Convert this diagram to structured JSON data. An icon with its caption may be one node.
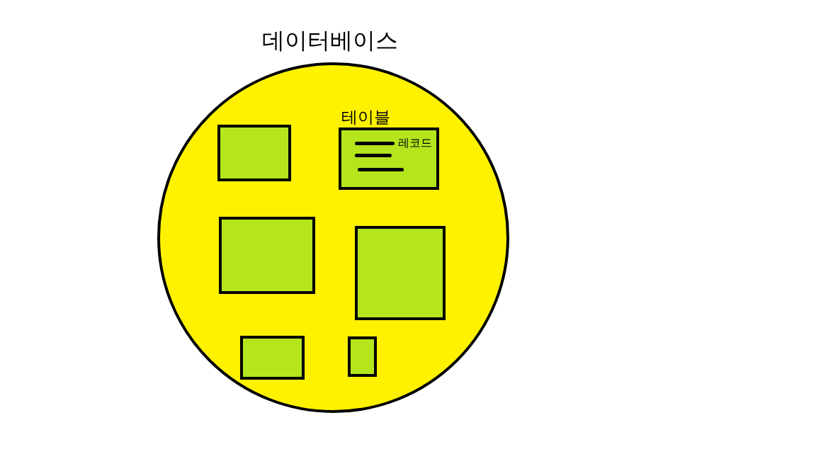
{
  "diagram": {
    "nodes": [
      {
        "text": [
          "데이터베이스"
        ]
      },
      {
        "text": [],
        "shape": "box",
        "in": 0
      },
      {
        "text": [
          "테이블"
        ],
        "in": 0
      },
      {
        "text": [],
        "shape": "bar",
        "in": 2,
        "beside": [
          "레코드"
        ]
      },
      {
        "text": [],
        "shape": "bar",
        "in": 2
      },
      {
        "text": [],
        "shape": "bar",
        "in": 2
      },
      {
        "text": [],
        "shape": "box",
        "in": 0
      },
      {
        "text": [],
        "shape": "box",
        "in": 0
      },
      {
        "text": [],
        "shape": "box",
        "in": 0
      },
      {
        "text": [],
        "shape": "box",
        "in": 0
      }
    ]
  }
}
